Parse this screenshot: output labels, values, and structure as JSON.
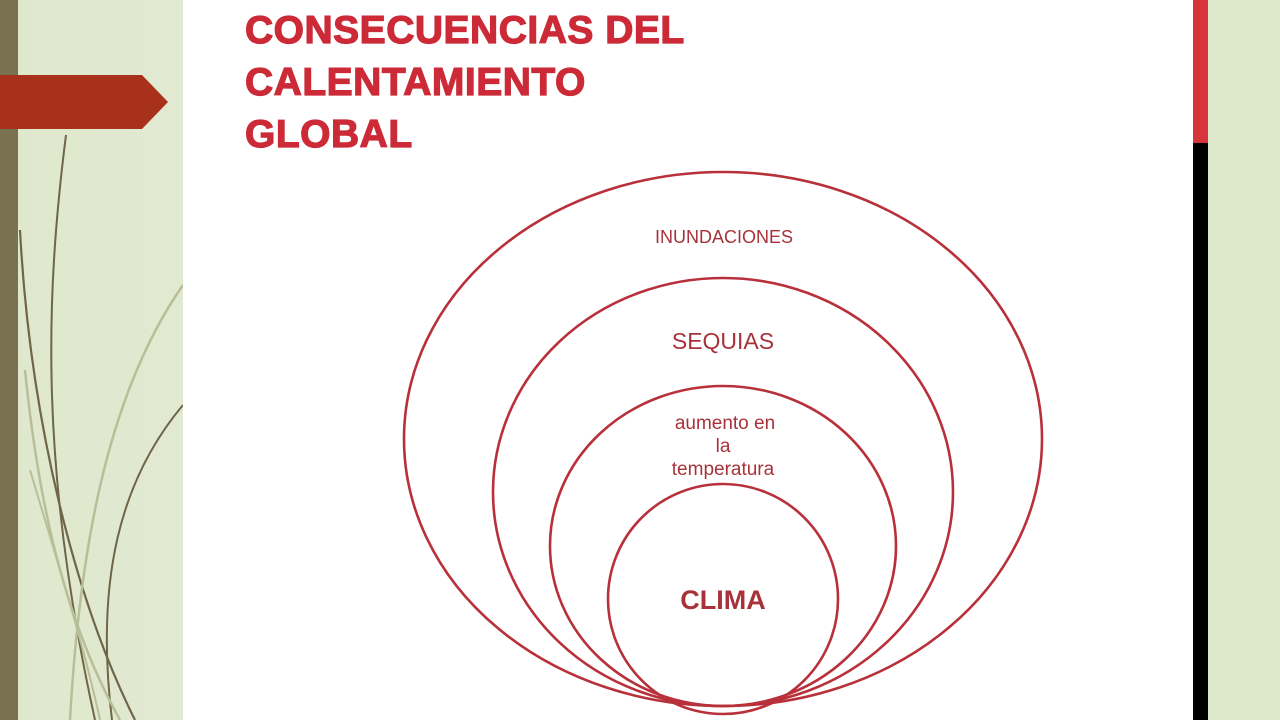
{
  "title": {
    "lines": [
      "CONSECUENCIAS DEL",
      "CALENTAMIENTO",
      "GLOBAL"
    ]
  },
  "diagram": {
    "rings": [
      {
        "label_lines": [
          "INUNDACIONES"
        ]
      },
      {
        "label_lines": [
          "SEQUIAS"
        ]
      },
      {
        "label_lines": [
          "aumento en",
          "la",
          "temperatura"
        ]
      },
      {
        "label_lines": [
          "CLIMA"
        ]
      }
    ]
  },
  "colors": {
    "accent_red": "#cc2a36",
    "ring_red": "#b8303a",
    "ring_label": "#a8323a",
    "arrow_tab": "#a8311b",
    "left_bar": "#7a7150",
    "stem_dark": "#6f6649",
    "stem_light": "#b8bf98",
    "stripe_red": "#d8343c",
    "stripe_black": "#000000",
    "slide_bg": "#e3ecd3",
    "image_bg": "#ffffff"
  }
}
